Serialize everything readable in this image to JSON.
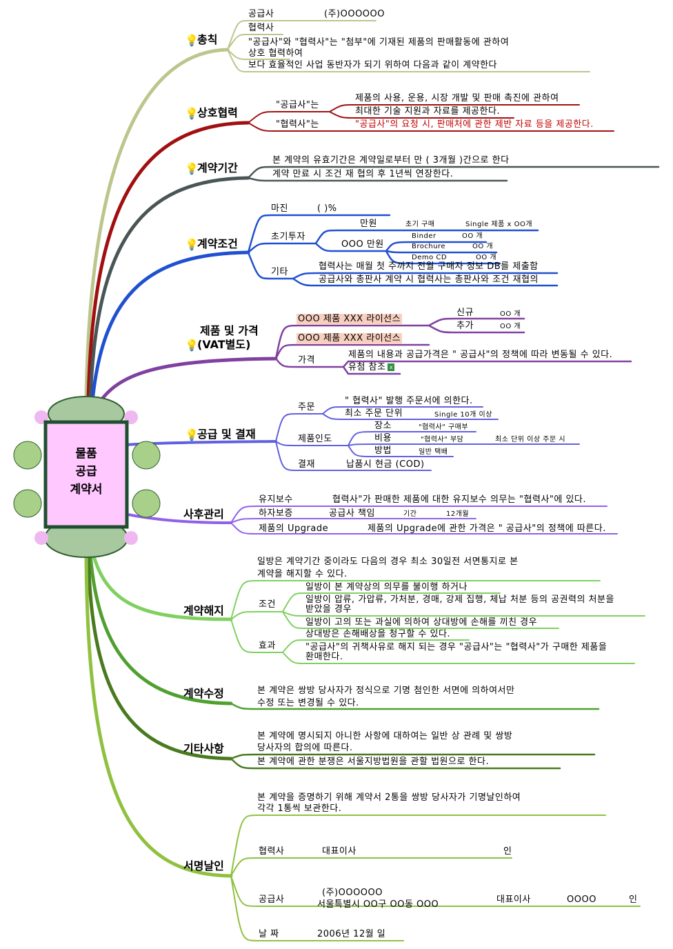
{
  "center": {
    "title_lines": [
      "물품",
      "공급",
      "계약서"
    ]
  },
  "colors": {
    "general": "#bcc68c",
    "cooperation": "#a01010",
    "period": "#4a5555",
    "conditions": "#2050d0",
    "product": "#8040a0",
    "supply": "#6060e0",
    "aftercare": "#9060e8",
    "termination": "#80d060",
    "amendment": "#50a030",
    "misc": "#4a7a20",
    "signature": "#90c040",
    "license_bg": "#f8d0c0"
  },
  "general": {
    "title": "총칙",
    "supplier_label": "공급사",
    "supplier_name": "(주)OOOOOO",
    "partner_label": "협력사",
    "line1": "\"공급사\"와 \"협력사\"는 \"첨부\"에 기재된 제품의 판매활동에 관하여",
    "line2": "상호 협력하여",
    "line3": "보다 효율적인 사업 동반자가 되기 위하여 다음과 같이 계약한다"
  },
  "cooperation": {
    "title": "상호협력",
    "supplier": "\"공급사\"는",
    "supplier_l1": "제품의 사용, 운용, 시장 개발 및 판매 촉진에 관하여",
    "supplier_l2": "최대한 기술 지원과 자료를 제공한다.",
    "partner": "\"협력사\"는",
    "partner_l1": "\"공급사\"의 요청 시, 판매처에 관한 제반 자료 등을 제공한다."
  },
  "period": {
    "title": "계약기간",
    "line1": "본 계약의 유효기간은 계약일로부터        만 (           3개월          )간으로 한다",
    "line2": "계약 만료 시 조건 재 협의 후 1년씩 연장한다."
  },
  "conditions": {
    "title": "계약조건",
    "margin": "마진",
    "margin_val": "(                   )%",
    "initial": "초기투자",
    "manwon": "만원",
    "initial_purchase": "초기 구매",
    "single": "Single 제품 x OO개",
    "ooo_manwon": "OOO 만원",
    "binder": "Binder",
    "binder_q": "OO 개",
    "brochure": "Brochure",
    "brochure_q": "OO 개",
    "demo": "Demo CD",
    "demo_q": "OO 개",
    "etc": "기타",
    "etc1": "협력사는 매월 첫 주까지 전월 구매자 정보 DB를 제출함",
    "etc2": "공급사와 총판사 계약 시 협력사는 총판사와 조건 재협의"
  },
  "product": {
    "title1": "제품 및 가격",
    "title2": "(VAT별도)",
    "license1": "OOO 제품  XXX 라이선스",
    "new": "신규",
    "new_q": "OO 개",
    "add": "추가",
    "add_q": "OO 개",
    "license2": "OOO 제품  XXX 라이선스",
    "price": "가격",
    "price_l1": "제품의 내용과 공급가격은 \" 공급사\"의 정책에 따라 변동될 수 있다.",
    "price_l2": "유첨 참조"
  },
  "supply": {
    "title": "공급 및 결재",
    "order": "주문",
    "order1": "\" 협력사\"  발행 주문서에 의한다.",
    "order2": "최소 주문 단위",
    "order2_val": "Single 10개 이상",
    "delivery": "제품인도",
    "place": "장소",
    "place_val": "\"협력사\"  구매부",
    "cost": "비용",
    "cost_val": "\"협력사\"  부담",
    "cost_cond": "최소 단위 이상 주문 시",
    "method": "방법",
    "method_val": "일반 택배",
    "payment": "결재",
    "payment_val": "납품시 현금 (COD)"
  },
  "aftercare": {
    "title": "사후관리",
    "maint": "유지보수",
    "maint_val": "협력사\"가 판매한 제품에 대한 유지보수 의무는 \"협력사\"에 있다.",
    "warranty": "하자보증",
    "warranty_val": "공급사 책임",
    "period": "기간",
    "period_val": "12개월",
    "upgrade": "제품의 Upgrade",
    "upgrade_val": "제품의 Upgrade에 관한 가격은 \" 공급사\"의 정책에 따른다."
  },
  "termination": {
    "title": "계약해지",
    "intro1": "일방은 계약기간 중이라도 다음의 경우 최소 30일전 서면통지로 본",
    "intro2": "계약을 해지할 수 있다.",
    "cond": "조건",
    "c1": "일방이 본 계약상의 의무를 불이행 하거나",
    "c2": "일방이 압류, 가압류, 가처분, 경매, 강제 집행, 체납 처분 등의 공권력의 처분을",
    "c3": "받았을 경우",
    "c4": "일방이 고의 또는 과실에 의하여 상대방에 손해를 끼친 경우",
    "effect": "효과",
    "e1": "상대방은 손해배상을 청구할 수 있다.",
    "e2": "\"공급사\"의 귀책사유로 해지 되는 경우 \"공급사\"는 \"협력사\"가 구매한 제품을",
    "e3": "환매한다."
  },
  "amendment": {
    "title": "계약수정",
    "l1": "본 계약은 쌍방 당사자가 정식으로 기명 첨인한 서면에 의하여서만",
    "l2": "수정 또는 변경될 수 있다."
  },
  "misc": {
    "title": "기타사항",
    "l1": "본 계약에 명시되지 아니한 사항에 대하여는 일반 상 관례 및 쌍방",
    "l2": "당사자의 합의에 따른다.",
    "l3": "본 계약에 관한 분쟁은 서울지방법원을 관할 법원으로 한다."
  },
  "signature": {
    "title": "서명날인",
    "l1": "본 계약을 증명하기 위해 계약서 2통을 쌍방 당사자가 기명날인하여",
    "l2": "각각 1통씩 보관한다.",
    "partner": "협력사",
    "partner_ceo": "대표이사",
    "partner_seal": "인",
    "supplier": "공급사",
    "supplier_name": "(주)OOOOOO",
    "supplier_addr": "서울특별시 OO구 OO동 OOO",
    "supplier_ceo": "대표이사",
    "supplier_ceo_name": "OOOO",
    "supplier_seal": "인",
    "date": "날    짜",
    "date_val": "2006년    12월     일"
  }
}
